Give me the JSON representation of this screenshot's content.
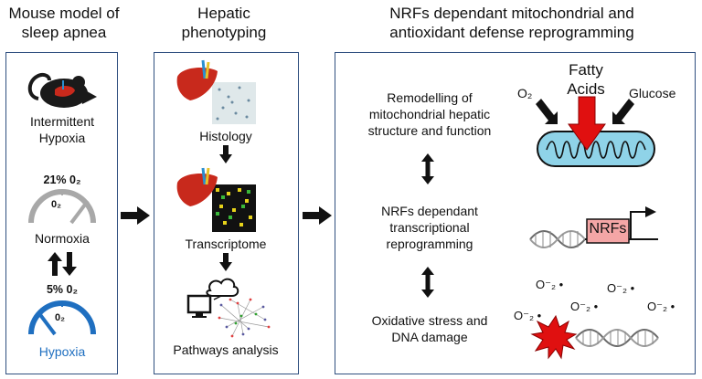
{
  "headers": {
    "col1": "Mouse model of sleep apnea",
    "col2": "Hepatic phenotyping",
    "col3": "NRFs dependant mitochondrial and antioxidant defense reprogramming"
  },
  "panel1": {
    "intermittent": "Intermittent Hypoxia",
    "normoxia_pct": "21% 0₂",
    "gauge_label_top": "0₂",
    "normoxia": "Normoxia",
    "hypoxia_pct": "5% 0₂",
    "gauge_label_bottom": "0₂",
    "hypoxia": "Hypoxia"
  },
  "panel2": {
    "histology": "Histology",
    "transcriptome": "Transcriptome",
    "pathways": "Pathways analysis"
  },
  "panel3": {
    "remodelling": "Remodelling of mitochondrial hepatic structure and function",
    "nrfs_dependant": "NRFs dependant transcriptional reprogramming",
    "oxidative": "Oxidative stress and DNA damage",
    "o2": "O₂",
    "fatty_acids": "Fatty Acids",
    "glucose": "Glucose",
    "nrfs_box": "NRFs",
    "superoxide": "O⁻₂ •"
  },
  "colors": {
    "panel_border": "#2f4f7f",
    "hypoxia_blue": "#1f6fc0",
    "gauge_gray": "#a8a8a8",
    "mito_blue": "#8fd3e8",
    "red_arrow": "#e01010",
    "nrfs_fill": "#f4a6a6"
  }
}
